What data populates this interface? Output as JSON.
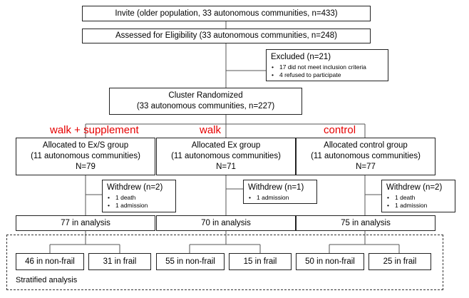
{
  "invite": "Invite (older population, 33 autonomous communities, n=433)",
  "assessed": "Assessed for Eligibility (33 autonomous communities, n=248)",
  "excluded": {
    "title": "Excluded (n=21)",
    "items": [
      "17 did not meet inclusion criteria",
      "4 refused to participate"
    ]
  },
  "randomized": {
    "line1": "Cluster Randomized",
    "line2": "(33 autonomous communities, n=227)"
  },
  "groups": [
    {
      "label": "walk + supplement",
      "alloc": [
        "Allocated to Ex/S group",
        "(11 autonomous communities)",
        "N=79"
      ],
      "withdrew": "Withdrew (n=2)",
      "withdrew_items": [
        "1 death",
        "1 admission"
      ],
      "analysis": "77 in analysis",
      "nonfrail": "46 in non-frail",
      "frail": "31 in frail"
    },
    {
      "label": "walk",
      "alloc": [
        "Allocated Ex group",
        "(11 autonomous communities)",
        "N=71"
      ],
      "withdrew": "Withdrew (n=1)",
      "withdrew_items": [
        "1 admission"
      ],
      "analysis": "70 in analysis",
      "nonfrail": "55 in non-frail",
      "frail": "15 in frail"
    },
    {
      "label": "control",
      "alloc": [
        "Allocated control group",
        "(11 autonomous communities)",
        "N=77"
      ],
      "withdrew": "Withdrew (n=2)",
      "withdrew_items": [
        "1 death",
        "1 admission"
      ],
      "analysis": "75 in analysis",
      "nonfrail": "50 in non-frail",
      "frail": "25 in frail"
    }
  ],
  "stratified": "Stratified analysis",
  "colors": {
    "label_red": "#e60000",
    "line": "#555555"
  }
}
